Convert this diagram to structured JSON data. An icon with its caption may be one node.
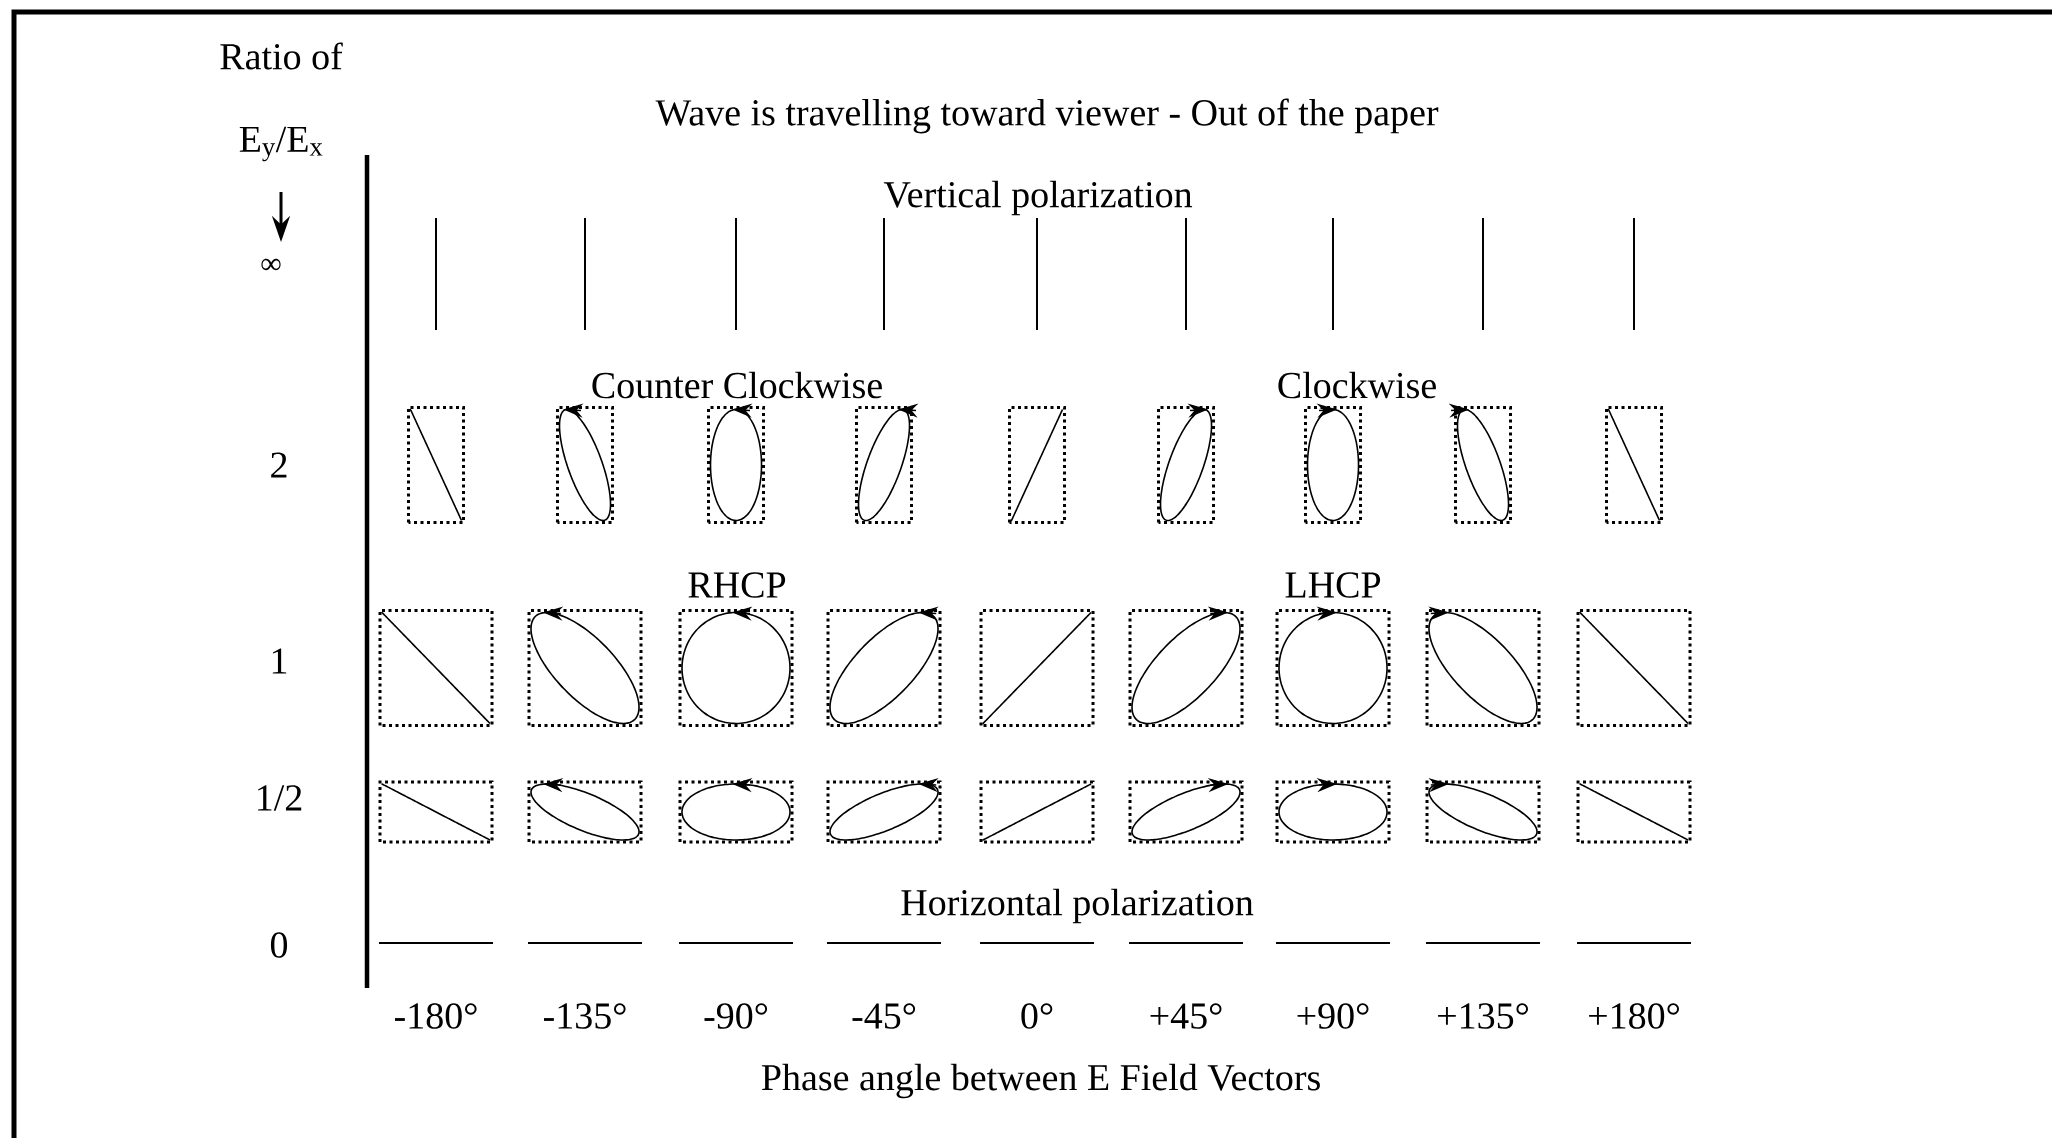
{
  "diagram": {
    "title": "Wave is travelling toward viewer - Out of the paper",
    "labels": [
      "Ratio of",
      "E$_{y}$/E$_{x}$",
      "∞",
      "Vertical polarization",
      "Counter Clockwise",
      "Clockwise",
      "2",
      "RHCP",
      "LHCP",
      "1",
      "1/2",
      "Horizontal polarization",
      "0",
      "-180°",
      "-135°",
      "-90°",
      "-45°",
      "0°",
      "+45°",
      "+90°",
      "+135°",
      "+180°",
      "Phase angle between E Field Vectors"
    ]
  }
}
